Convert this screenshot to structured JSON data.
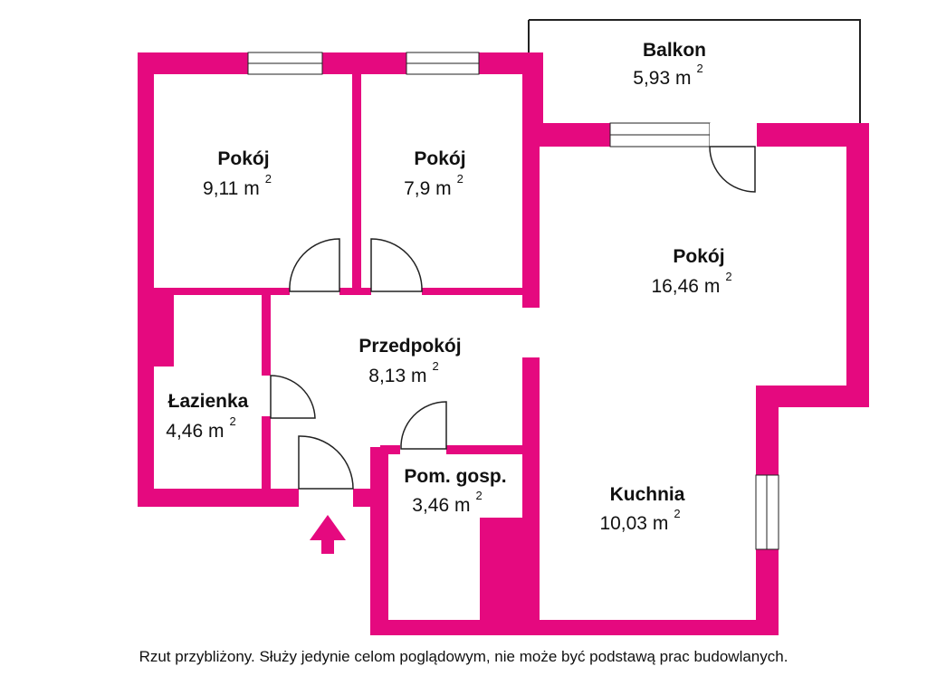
{
  "colors": {
    "wall": "#e5097f",
    "line": "#222222",
    "window": "#ffffff"
  },
  "rooms": [
    {
      "id": "balkon",
      "name": "Balkon",
      "area": "5,93 m",
      "unit_exp": "2"
    },
    {
      "id": "pokoj-1",
      "name": "Pokój",
      "area": "9,11 m",
      "unit_exp": "2"
    },
    {
      "id": "pokoj-2",
      "name": "Pokój",
      "area": "7,9 m",
      "unit_exp": "2"
    },
    {
      "id": "pokoj-3",
      "name": "Pokój",
      "area": "16,46 m",
      "unit_exp": "2"
    },
    {
      "id": "przedpokoj",
      "name": "Przedpokój",
      "area": "8,13 m",
      "unit_exp": "2"
    },
    {
      "id": "lazienka",
      "name": "Łazienka",
      "area": "4,46 m",
      "unit_exp": "2"
    },
    {
      "id": "pom-gosp",
      "name": "Pom. gosp.",
      "area": "3,46 m",
      "unit_exp": "2"
    },
    {
      "id": "kuchnia",
      "name": "Kuchnia",
      "area": "10,03 m",
      "unit_exp": "2"
    }
  ],
  "entrance_icon": "up-arrow-icon",
  "disclaimer": "Rzut przybliżony. Służy jedynie celom poglądowym, nie może być podstawą prac budowlanych."
}
